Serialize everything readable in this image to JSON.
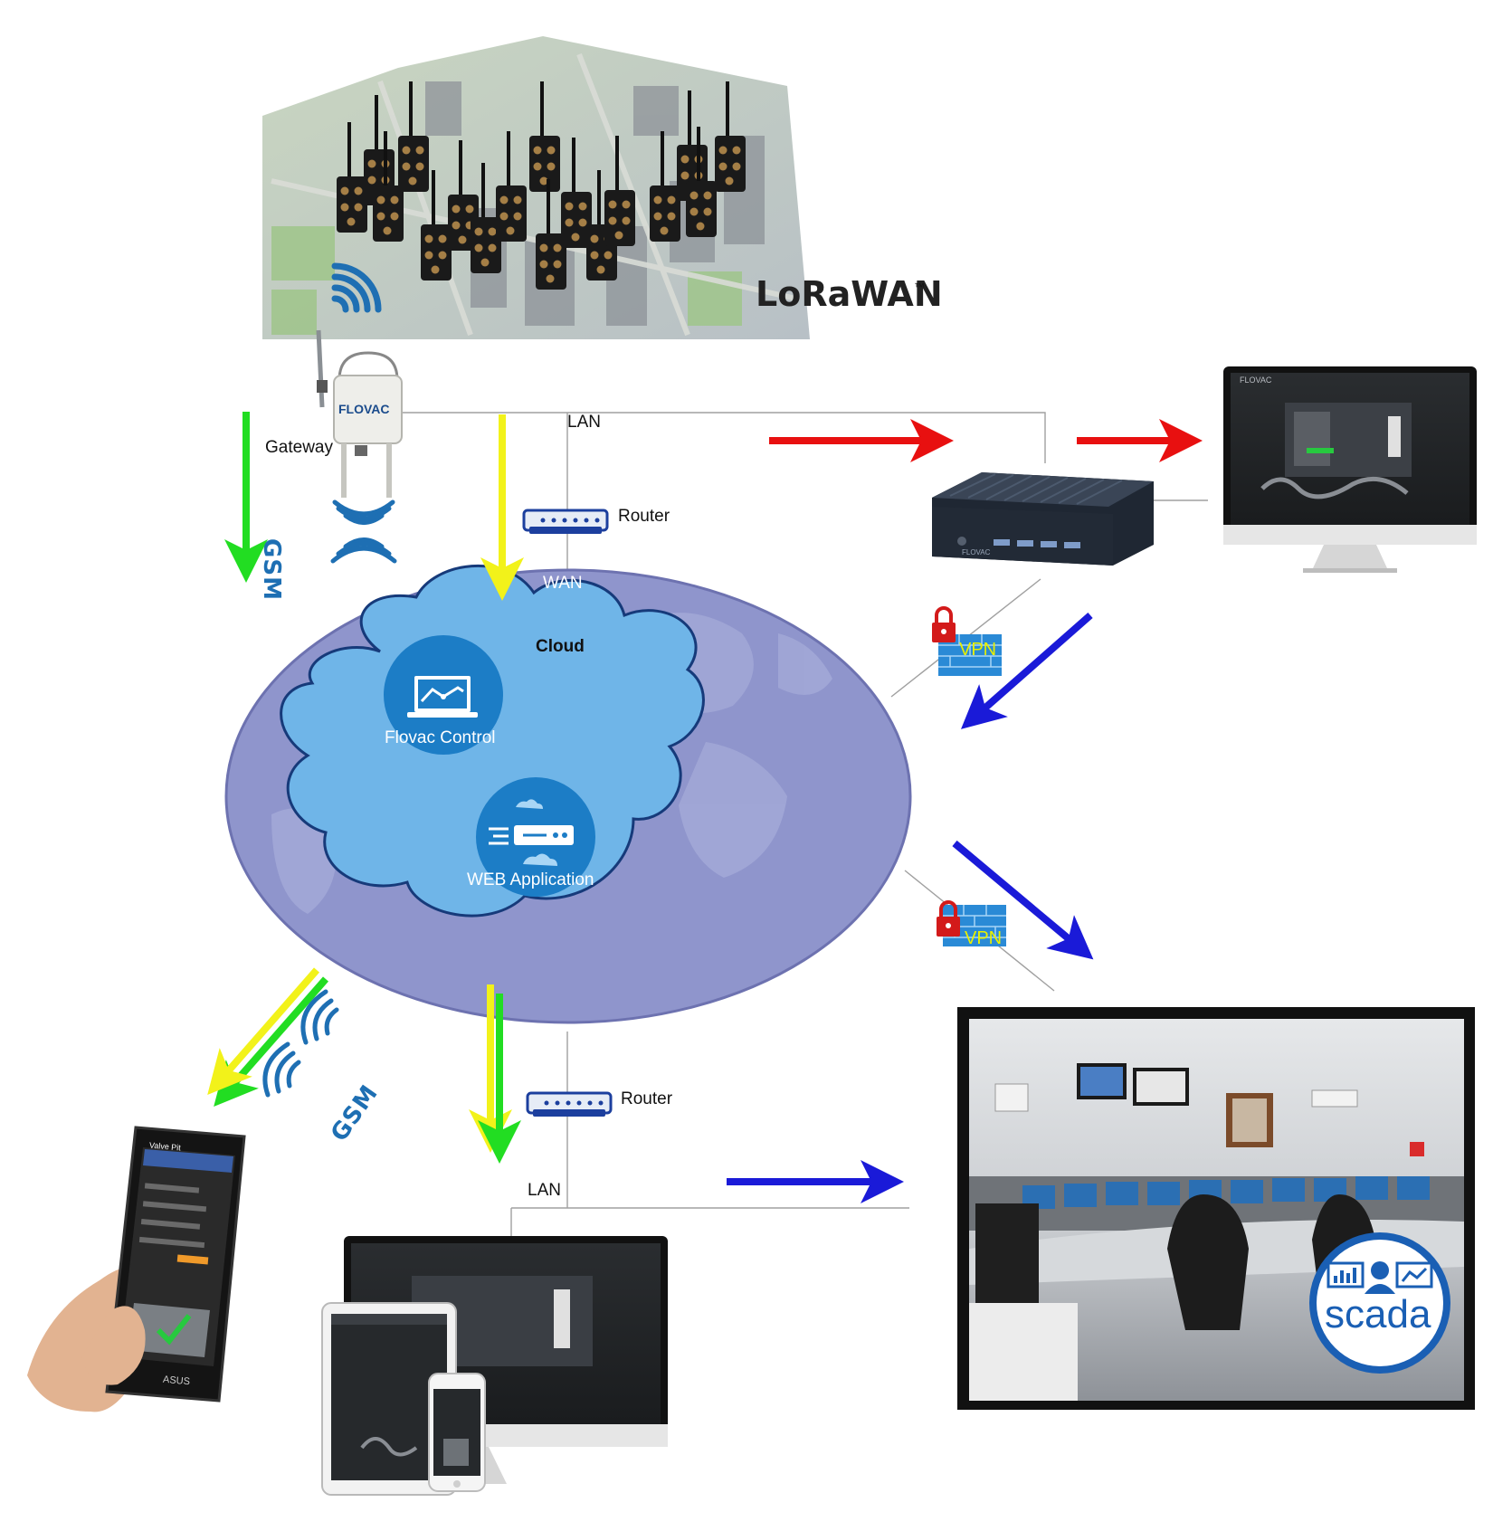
{
  "diagram": {
    "lorawan_logo": "LoRaWAN",
    "lorawan_tm": "™",
    "gateway_brand": "FLOVAC",
    "gateway_label": "Gateway",
    "gsm_label_top": "GSM",
    "gsm_label_bottom": "GSM",
    "lan_label_top": "LAN",
    "lan_label_bottom": "LAN",
    "router_label_top": "Router",
    "router_label_bottom": "Router",
    "wan_label": "WAN",
    "cloud_label": "Cloud",
    "flovac_control_label": "Flovac Control",
    "web_application_label": "WEB Application",
    "vpn_label_top": "VPN",
    "vpn_label_bottom": "VPN",
    "scada_label": "scada",
    "server_brand": "FLOVAC",
    "phone_title": "Valve Pit",
    "phone_brand": "ASUS",
    "monitor_brand": "FLOVAC",
    "colors": {
      "arrow_green": "#22dd22",
      "arrow_yellow": "#f2f21a",
      "arrow_red": "#e81010",
      "arrow_blue": "#1a1ad8",
      "globe": "#8f95cc",
      "cloud": "#6fb5e8",
      "icon_circle": "#1c7dc6",
      "connector_line": "#a0a0a0"
    }
  }
}
